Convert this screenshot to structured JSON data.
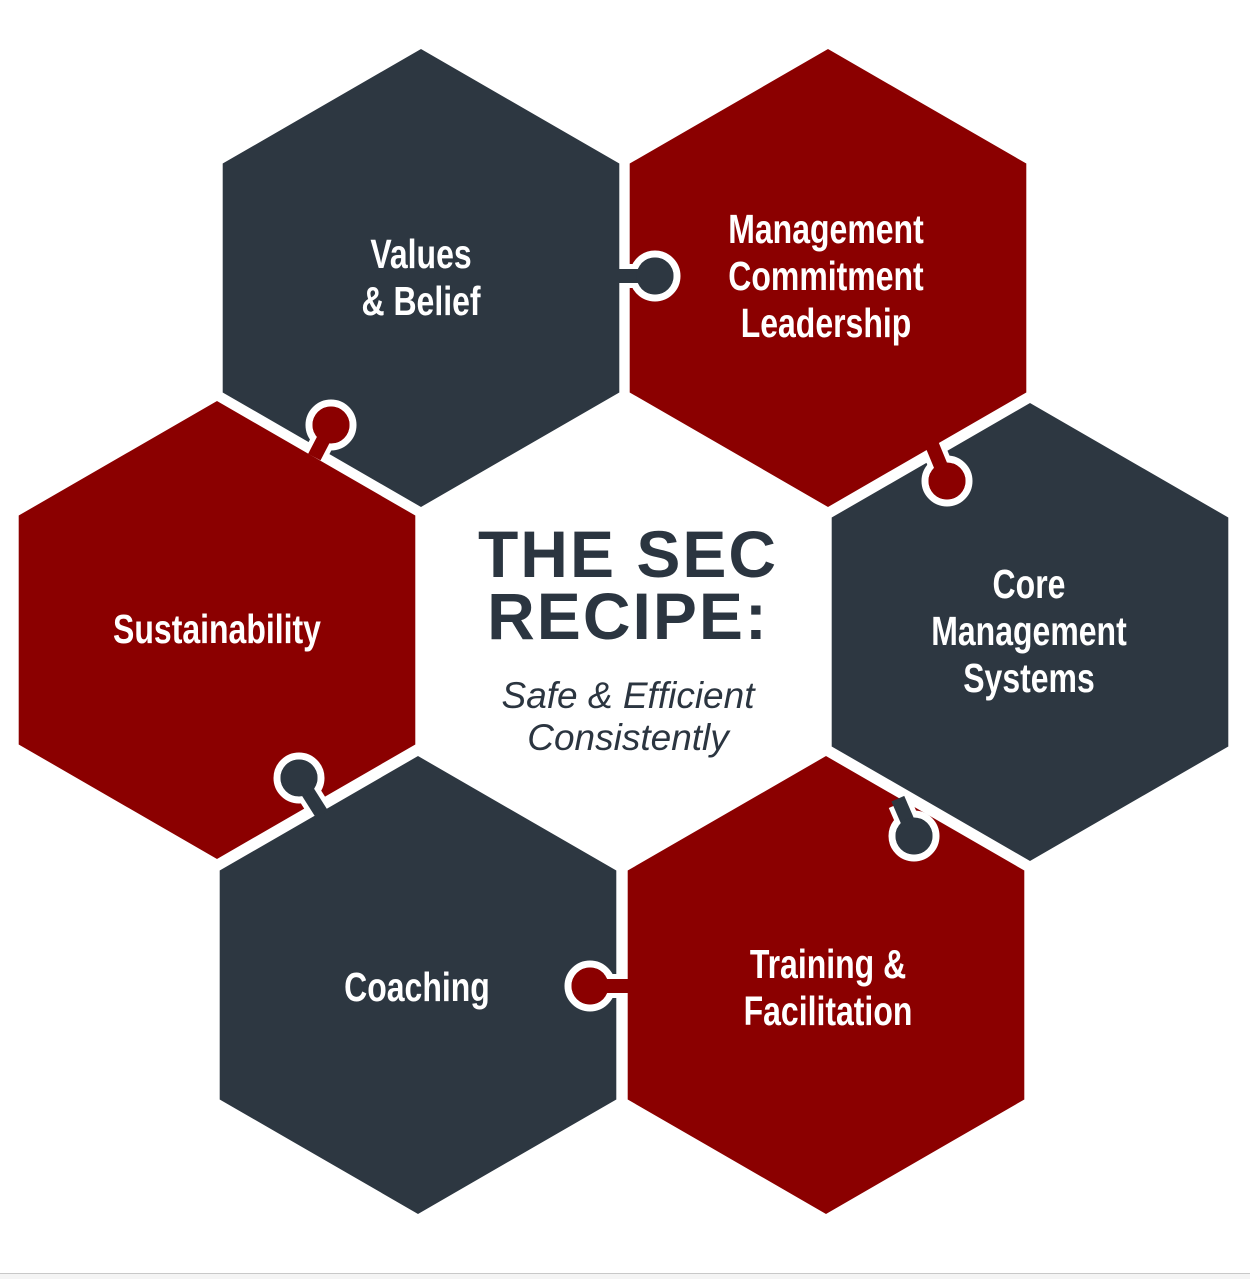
{
  "colors": {
    "dark": "#2d3741",
    "red": "#8b0000"
  },
  "center": {
    "title_line1": "THE SEC",
    "title_line2": "RECIPE:",
    "subtitle_line1": "Safe & Efficient",
    "subtitle_line2": "Consistently"
  },
  "pieces": [
    {
      "id": "values",
      "lines": [
        "Values",
        "& Belief"
      ],
      "color": "dark"
    },
    {
      "id": "management",
      "lines": [
        "Management",
        "Commitment",
        "Leadership"
      ],
      "color": "red"
    },
    {
      "id": "core",
      "lines": [
        "Core",
        "Management",
        "Systems"
      ],
      "color": "dark"
    },
    {
      "id": "training",
      "lines": [
        "Training &",
        "Facilitation"
      ],
      "color": "red"
    },
    {
      "id": "coaching",
      "lines": [
        "Coaching"
      ],
      "color": "dark"
    },
    {
      "id": "sustainability",
      "lines": [
        "Sustainability"
      ],
      "color": "red"
    }
  ]
}
